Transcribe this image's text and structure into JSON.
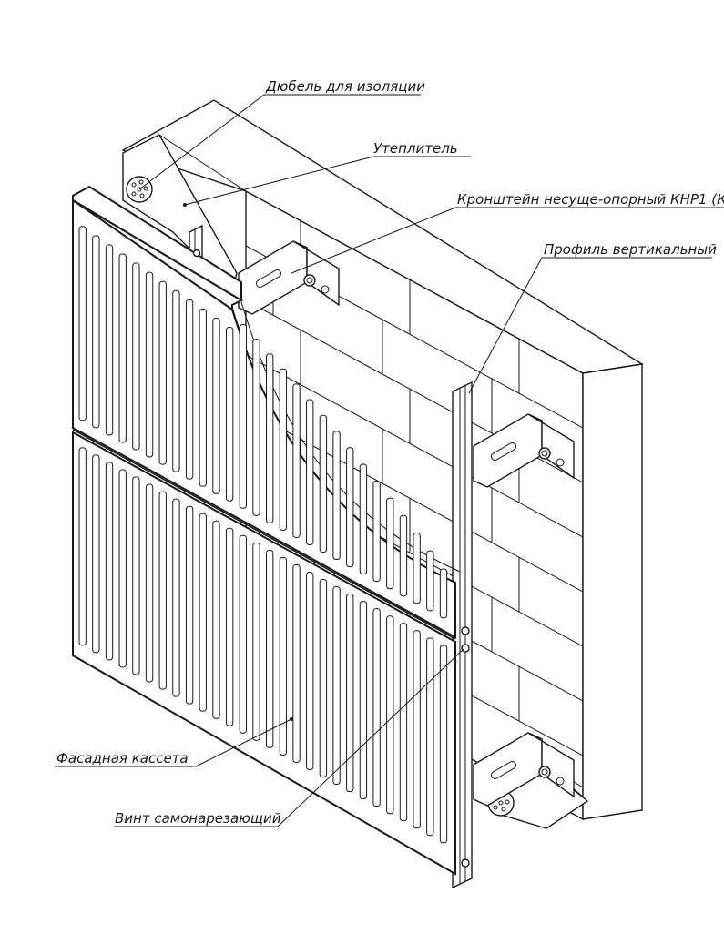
{
  "labels": {
    "dowel": "Дюбель для изоляции",
    "insulation": "Утеплитель",
    "bracket": "Кронштейн несуще-опорный КНР1 (К",
    "profile": "Профиль вертикальный",
    "cassette": "Фасадная кассета",
    "screw": "Винт самонарезающий"
  },
  "icons": {
    "dowel": "insulation-dowel-icon",
    "bracket": "bracket-icon",
    "screw": "screw-icon"
  },
  "colors": {
    "line": "#1a1a1a",
    "background": "#ffffff"
  }
}
